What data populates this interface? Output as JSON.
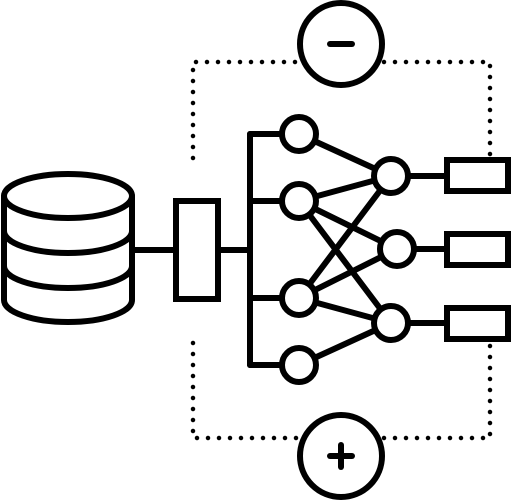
{
  "diagram": {
    "description_icons": {
      "database": "database-icon",
      "processor": "processor-box-icon",
      "minus": "minus-icon",
      "plus": "plus-icon",
      "output": "output-box-icon"
    },
    "colors": {
      "line": "#000000",
      "background": "#ffffff"
    },
    "neural_network": {
      "input_layer_nodes": 4,
      "hidden_layer_nodes": 3,
      "outputs": 3
    }
  }
}
